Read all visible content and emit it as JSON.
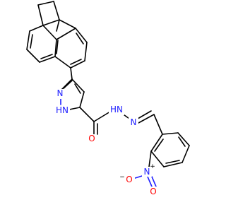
{
  "molecule": {
    "atoms": {
      "n_pyrazole_1": {
        "text": "N",
        "color": "#2020ff"
      },
      "n_pyrazole_2": {
        "text": "HN",
        "color": "#2020ff"
      },
      "o_carbonyl": {
        "text": "O",
        "color": "#ff0000"
      },
      "n_amide": {
        "text": "HN",
        "color": "#2020ff"
      },
      "n_hydrazone": {
        "text": "N",
        "color": "#2020ff"
      },
      "n_nitro": {
        "text": "N",
        "color": "#2020ff"
      },
      "n_nitro_charge": {
        "text": "+"
      },
      "o_nitro_minus": {
        "text": "O",
        "color": "#ff0000"
      },
      "o_nitro_minus_charge": {
        "text": "−"
      },
      "o_nitro": {
        "text": "O",
        "color": "#ff0000"
      }
    }
  }
}
